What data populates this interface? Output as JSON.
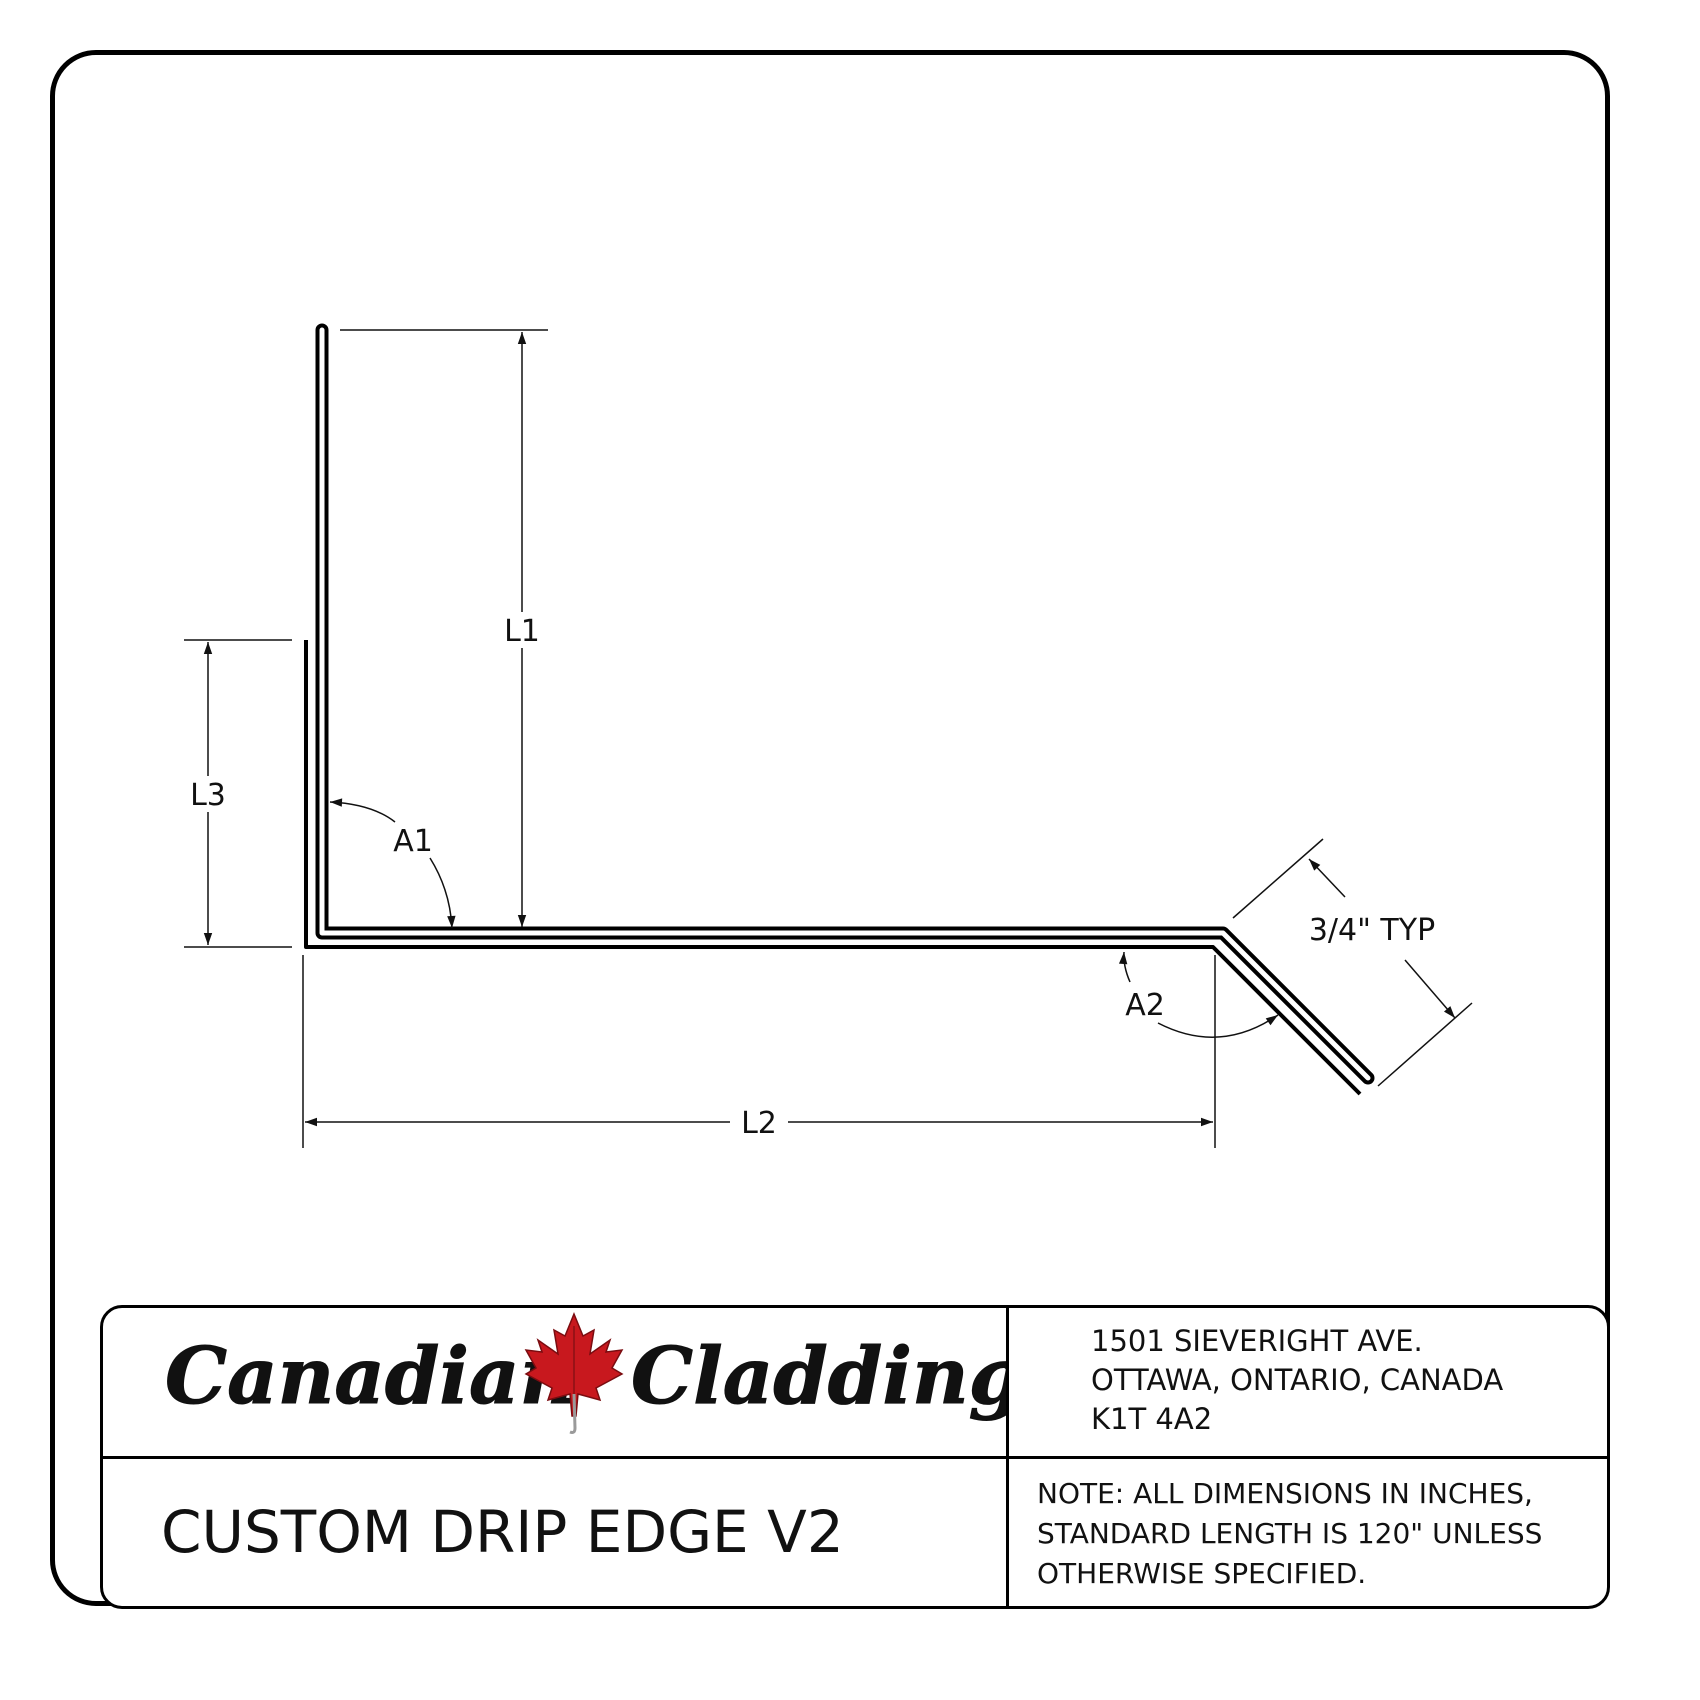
{
  "drawing": {
    "labels": {
      "l1": "L1",
      "l2": "L2",
      "l3": "L3",
      "a1": "A1",
      "a2": "A2",
      "typ": "3/4\" TYP"
    }
  },
  "title_block": {
    "logo": {
      "word1": "Canadian",
      "word2": "Cladding",
      "emblem": "maple-leaf-icon",
      "emblem_color": "#c8181e"
    },
    "address": {
      "line1": "1501 SIEVERIGHT AVE.",
      "line2": "OTTAWA, ONTARIO, CANADA",
      "line3": "K1T 4A2"
    },
    "title": "CUSTOM DRIP EDGE V2",
    "note": {
      "line1": "NOTE: ALL DIMENSIONS IN INCHES,",
      "line2": "STANDARD LENGTH IS 120\" UNLESS",
      "line3": "OTHERWISE SPECIFIED."
    }
  }
}
